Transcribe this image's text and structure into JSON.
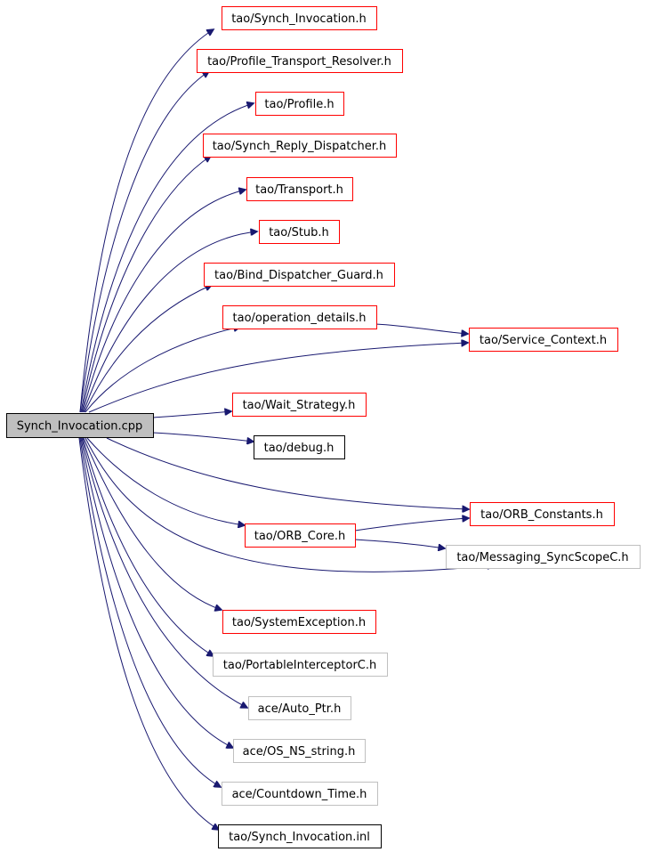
{
  "graph": {
    "root": {
      "label": "Synch_Invocation.cpp",
      "style": "root"
    },
    "nodes": [
      {
        "id": "n1",
        "label": "tao/Synch_Invocation.h",
        "style": "red"
      },
      {
        "id": "n2",
        "label": "tao/Profile_Transport_Resolver.h",
        "style": "red"
      },
      {
        "id": "n3",
        "label": "tao/Profile.h",
        "style": "red"
      },
      {
        "id": "n4",
        "label": "tao/Synch_Reply_Dispatcher.h",
        "style": "red"
      },
      {
        "id": "n5",
        "label": "tao/Transport.h",
        "style": "red"
      },
      {
        "id": "n6",
        "label": "tao/Stub.h",
        "style": "red"
      },
      {
        "id": "n7",
        "label": "tao/Bind_Dispatcher_Guard.h",
        "style": "red"
      },
      {
        "id": "n8",
        "label": "tao/operation_details.h",
        "style": "red"
      },
      {
        "id": "n9",
        "label": "tao/Service_Context.h",
        "style": "red"
      },
      {
        "id": "n10",
        "label": "tao/Wait_Strategy.h",
        "style": "red"
      },
      {
        "id": "n11",
        "label": "tao/debug.h",
        "style": "black"
      },
      {
        "id": "n12",
        "label": "tao/ORB_Constants.h",
        "style": "red"
      },
      {
        "id": "n13",
        "label": "tao/ORB_Core.h",
        "style": "red"
      },
      {
        "id": "n14",
        "label": "tao/Messaging_SyncScopeC.h",
        "style": "gray"
      },
      {
        "id": "n15",
        "label": "tao/SystemException.h",
        "style": "red"
      },
      {
        "id": "n16",
        "label": "tao/PortableInterceptorC.h",
        "style": "gray"
      },
      {
        "id": "n17",
        "label": "ace/Auto_Ptr.h",
        "style": "gray"
      },
      {
        "id": "n18",
        "label": "ace/OS_NS_string.h",
        "style": "gray"
      },
      {
        "id": "n19",
        "label": "ace/Countdown_Time.h",
        "style": "gray"
      },
      {
        "id": "n20",
        "label": "tao/Synch_Invocation.inl",
        "style": "black"
      }
    ],
    "colors": {
      "edge": "#191970",
      "red_border": "#ff0000",
      "gray_border": "#c0c0c0",
      "black_border": "#000000",
      "root_fill": "#bfbfbf"
    }
  }
}
